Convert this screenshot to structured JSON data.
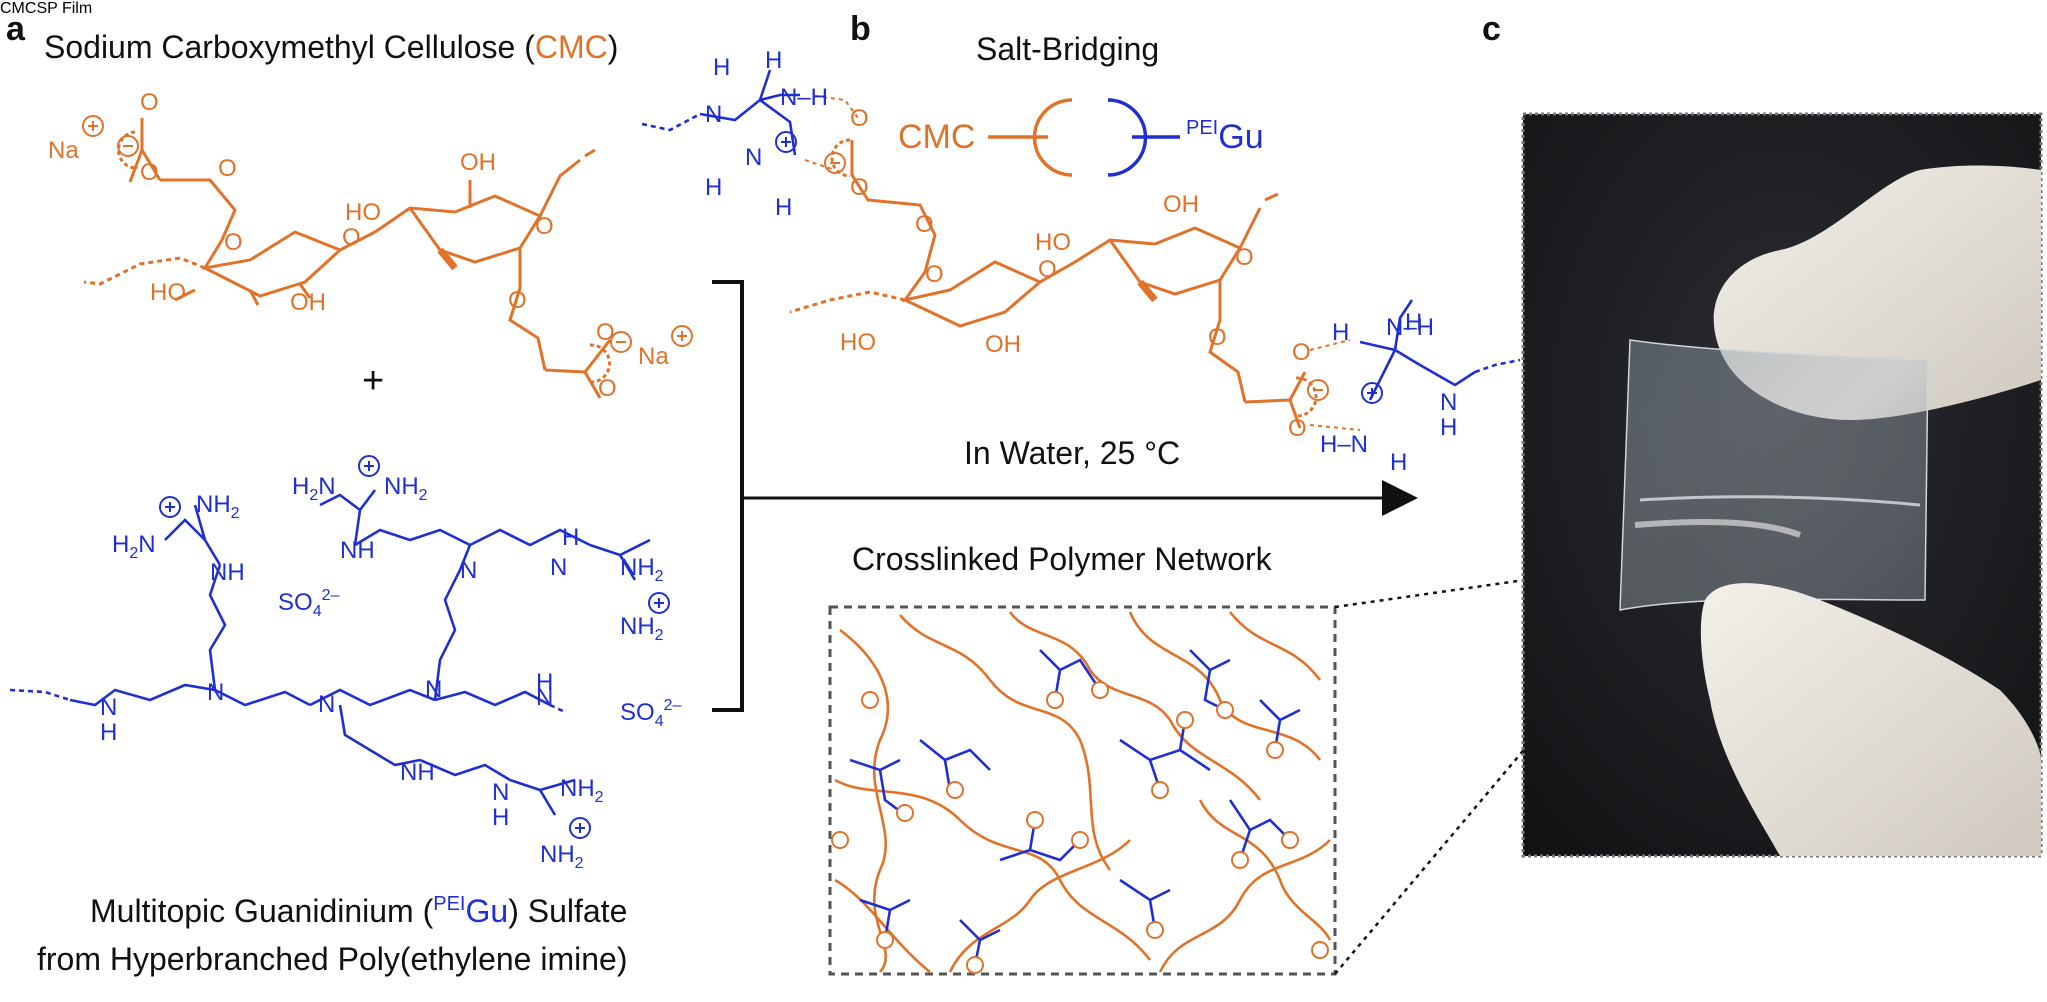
{
  "panels": {
    "a": {
      "letter": "a",
      "title_text": "Sodium Carboxymethyl Cellulose (",
      "title_highlight": "CMC",
      "title_end": ")",
      "plus": "+",
      "cation_label": "Na",
      "sulfate_label": "SO",
      "sulfate_sub": "4",
      "sulfate_charge": "2–",
      "caption_line1_text": "Multitopic Guanidinium (",
      "caption_line1_sup": "PEI",
      "caption_line1_highlight": "Gu",
      "caption_line1_end": ") Sulfate",
      "caption_line2": "from Hyperbranched Poly(ethylene imine)"
    },
    "b": {
      "letter": "b",
      "title": "Salt-Bridging",
      "scheme_left": "CMC",
      "scheme_right_sup": "PEI",
      "scheme_right": "Gu",
      "condition": "In Water, 25 °C",
      "network_title": "Crosslinked Polymer Network"
    },
    "c": {
      "letter": "c",
      "film_label_sup": "CMC",
      "film_label": "SP Film"
    }
  },
  "colors": {
    "cmc": "#e0722a",
    "gu": "#1f2fd1",
    "text": "#111111"
  }
}
